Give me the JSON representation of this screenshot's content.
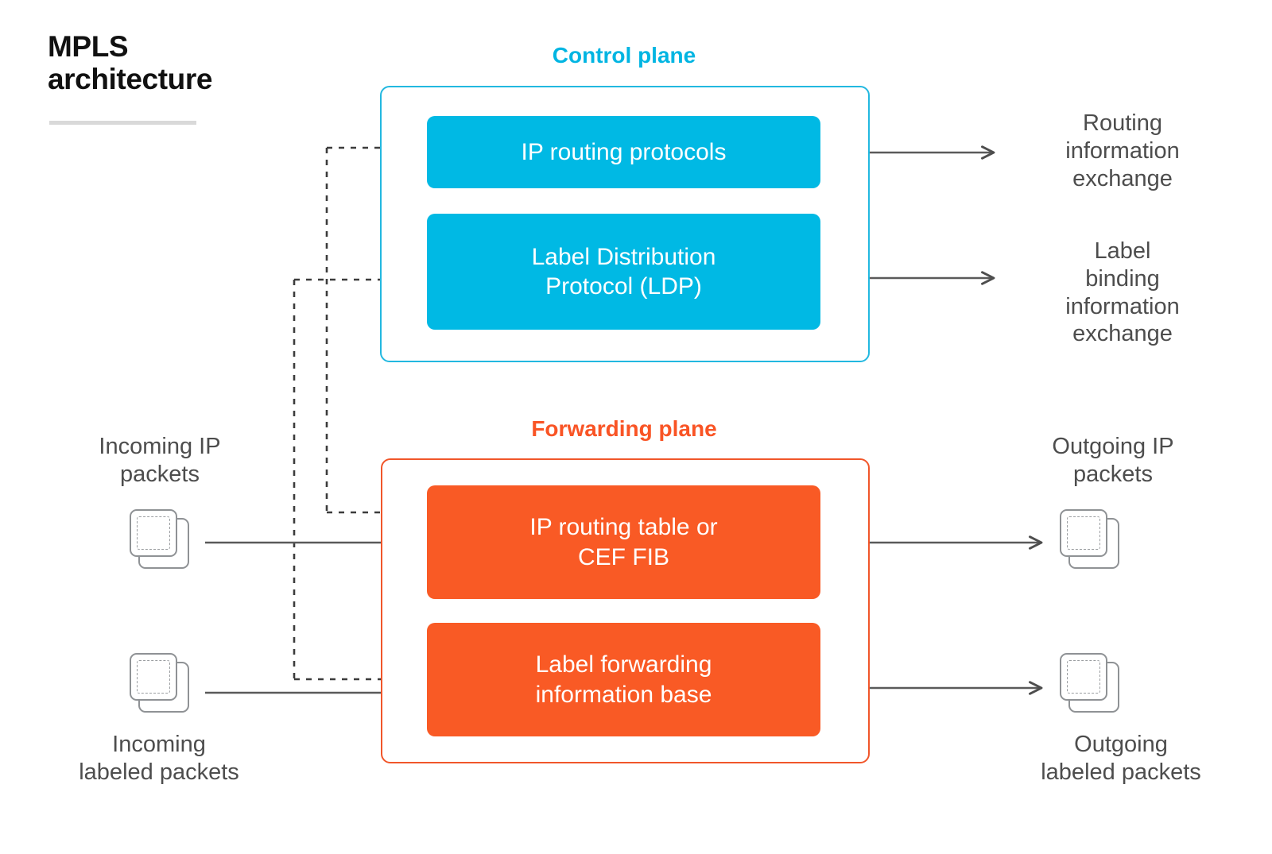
{
  "title": {
    "line1": "MPLS",
    "line2": "architecture",
    "full": "MPLS\narchitecture"
  },
  "colors": {
    "control_plane": "#00b5e2",
    "control_plane_box": "#00b9e4",
    "control_plane_border": "#22b8e0",
    "forwarding_plane": "#f95425",
    "forwarding_plane_box": "#f95a25",
    "forwarding_plane_border": "#f1562a",
    "text_gray": "#4d4d4d",
    "title_black": "#111111",
    "rule_gray": "#d9d9d9",
    "connector_gray": "#4d4d4d",
    "icon_gray": "#8f9295"
  },
  "planes": [
    {
      "id": "control",
      "caption": "Control plane",
      "components": [
        {
          "id": "ip-routing-protocols",
          "label": "IP routing protocols"
        },
        {
          "id": "ldp",
          "label": "Label Distribution\nProtocol (LDP)"
        }
      ]
    },
    {
      "id": "forwarding",
      "caption": "Forwarding plane",
      "components": [
        {
          "id": "ip-routing-table",
          "label": "IP routing table or\nCEF FIB"
        },
        {
          "id": "lfib",
          "label": "Label forwarding\ninformation base"
        }
      ]
    }
  ],
  "labels": {
    "routing_info_exchange": "Routing\ninformation\nexchange",
    "label_binding_info_exchange": "Label\nbinding\ninformation\nexchange",
    "incoming_ip_packets": "Incoming IP\npackets",
    "incoming_labeled_packets": "Incoming\nlabeled packets",
    "outgoing_ip_packets": "Outgoing IP\npackets",
    "outgoing_labeled_packets": "Outgoing\nlabeled packets"
  },
  "icons": {
    "incoming_ip": "packet-stack-icon",
    "incoming_labeled": "packet-stack-icon",
    "outgoing_ip": "packet-stack-icon",
    "outgoing_labeled": "packet-stack-icon"
  },
  "connectors": [
    {
      "id": "dashed-to-ip-routing-protocols",
      "style": "dashed",
      "from": "branch",
      "to": "IP routing protocols"
    },
    {
      "id": "dashed-to-ldp",
      "style": "dashed",
      "from": "branch",
      "to": "Label Distribution Protocol (LDP)"
    },
    {
      "id": "dashed-to-ip-routing-table",
      "style": "dashed",
      "from": "branch",
      "to": "IP routing table or CEF FIB"
    },
    {
      "id": "dashed-to-lfib",
      "style": "dashed",
      "from": "branch",
      "to": "Label forwarding information base"
    },
    {
      "id": "solid-incoming-ip",
      "style": "solid",
      "from": "Incoming IP packets",
      "to": "IP routing table or CEF FIB"
    },
    {
      "id": "solid-incoming-labeled",
      "style": "solid",
      "from": "Incoming labeled packets",
      "to": "Label forwarding information base"
    },
    {
      "id": "solid-routing-exchange",
      "style": "solid",
      "from": "IP routing protocols",
      "to": "Routing information exchange"
    },
    {
      "id": "solid-binding-exchange",
      "style": "solid",
      "from": "Label Distribution Protocol (LDP)",
      "to": "Label binding information exchange"
    },
    {
      "id": "solid-outgoing-ip",
      "style": "solid",
      "from": "IP routing table or CEF FIB",
      "to": "Outgoing IP packets"
    },
    {
      "id": "solid-outgoing-labeled",
      "style": "solid",
      "from": "Label forwarding information base",
      "to": "Outgoing labeled packets"
    }
  ]
}
